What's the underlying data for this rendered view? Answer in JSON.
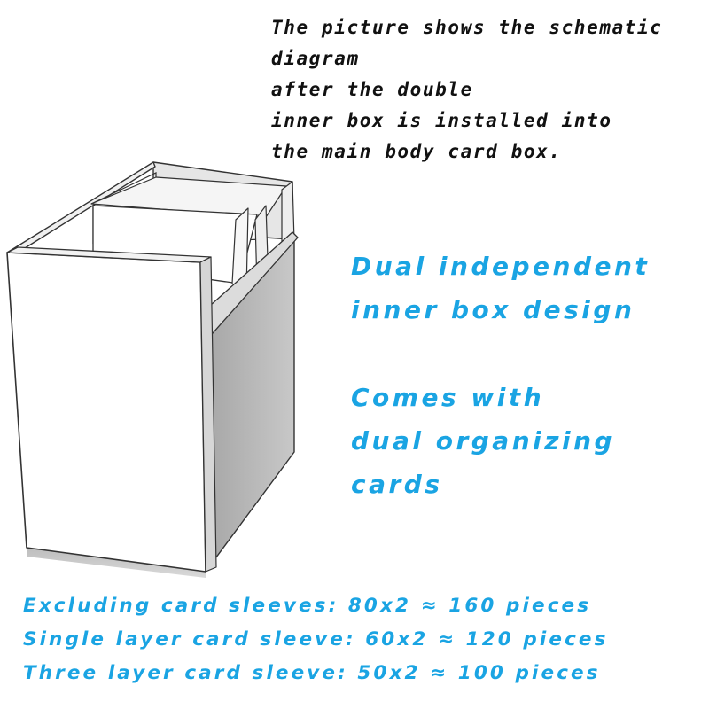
{
  "caption": {
    "lines": [
      "The picture shows the schematic",
      "diagram",
      "after the double",
      "inner box is installed into",
      "the main body card box."
    ]
  },
  "features": {
    "design": [
      "Dual independent",
      "inner box design"
    ],
    "accessory": [
      "Comes with",
      "dual organizing",
      "cards"
    ]
  },
  "capacity": {
    "rows": [
      "Excluding card sleeves: 80x2 ≈ 160 pieces",
      "Single layer card sleeve: 60x2 ≈ 120 pieces",
      "Three layer card sleeve: 50x2 ≈ 100 pieces"
    ]
  },
  "colors": {
    "accent_text": "#1aa4e3",
    "caption_text": "#111111",
    "box_face": "#ffffff",
    "box_side": "#b3b3b3",
    "box_outline": "#333333"
  }
}
